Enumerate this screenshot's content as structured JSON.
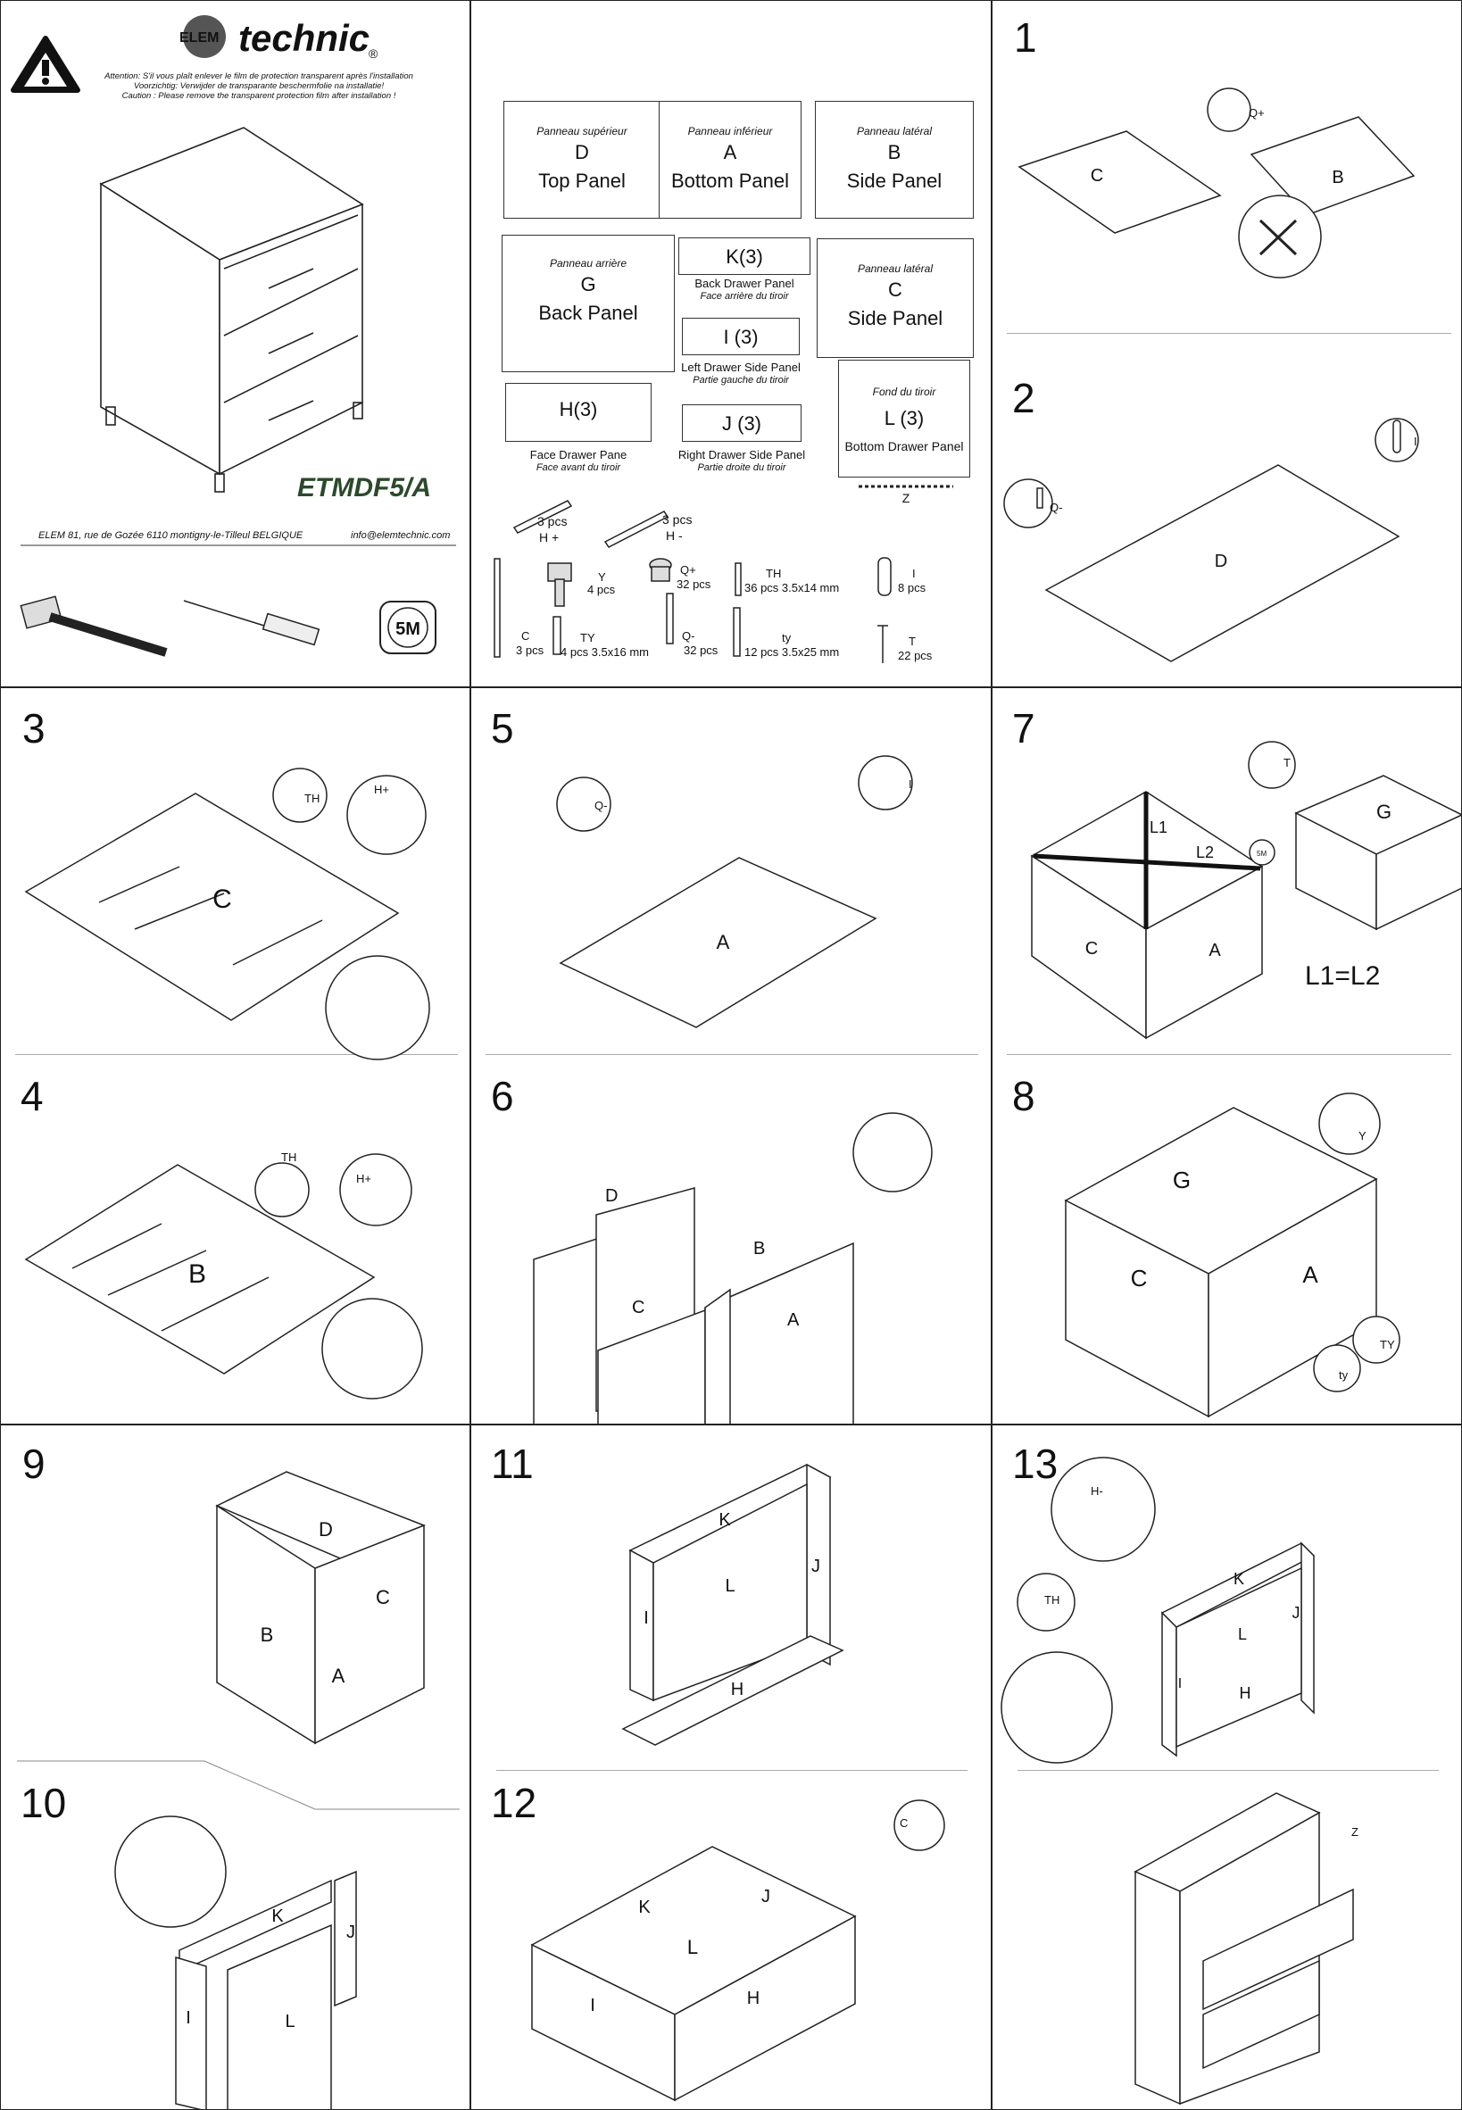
{
  "brand": {
    "prefix": "ELEM",
    "name": "technic",
    "reg": "®"
  },
  "warning": {
    "fr": "Attention: S'il vous plaît enlever le film de protection transparent après l'installation",
    "nl": "Voorzichtig: Verwijder de transparante beschermfolie na installatie!",
    "en": "Caution : Please remove the transparent protection film after installation !"
  },
  "model": "ETMDF5/A",
  "address": "ELEM  81, rue de Gozée  6110 montigny-le-Tilleul BELGIQUE",
  "email": "info@elemtechnic.com",
  "tape_label": "5M",
  "parts": {
    "D": {
      "fr": "Panneau supérieur",
      "letter": "D",
      "en": "Top Panel"
    },
    "A": {
      "fr": "Panneau inférieur",
      "letter": "A",
      "en": "Bottom Panel"
    },
    "B": {
      "fr": "Panneau latéral",
      "letter": "B",
      "en": "Side Panel"
    },
    "G": {
      "fr": "Panneau arrière",
      "letter": "G",
      "en": "Back Panel"
    },
    "C": {
      "fr": "Panneau latéral",
      "letter": "C",
      "en": "Side Panel"
    },
    "K": {
      "letter": "K(3)",
      "en": "Back Drawer Panel",
      "fr": "Face arrière du tiroir"
    },
    "I": {
      "letter": "I (3)",
      "en": "Left Drawer Side Panel",
      "fr": "Partie gauche du tiroir"
    },
    "H": {
      "letter": "H(3)",
      "en": "Face Drawer Pane",
      "fr": "Face avant du tiroir"
    },
    "J": {
      "letter": "J (3)",
      "en": "Right Drawer Side Panel",
      "fr": "Partie droite du tiroir"
    },
    "L": {
      "fr": "Fond du tiroir",
      "letter": "L (3)",
      "en": "Bottom Drawer Panel"
    },
    "Z": "Z"
  },
  "hardware": {
    "hplus": {
      "qty": "3 pcs",
      "code": "H +"
    },
    "hminus": {
      "qty": "3 pcs",
      "code": "H -"
    },
    "Y": {
      "code": "Y",
      "qty": "4 pcs"
    },
    "Qplus": {
      "code": "Q+",
      "qty": "32 pcs"
    },
    "TH": {
      "code": "TH",
      "qty": "36 pcs 3.5x14 mm"
    },
    "I": {
      "code": "I",
      "qty": "8 pcs"
    },
    "C": {
      "code": "C",
      "qty": "3 pcs"
    },
    "TY": {
      "code": "TY",
      "qty": "4 pcs 3.5x16 mm"
    },
    "Qminus": {
      "code": "Q-",
      "qty": "32 pcs"
    },
    "ty": {
      "code": "ty",
      "qty": "12 pcs 3.5x25 mm"
    },
    "T": {
      "code": "T",
      "qty": "22 pcs"
    }
  },
  "steps": [
    "1",
    "2",
    "3",
    "4",
    "5",
    "6",
    "7",
    "8",
    "9",
    "10",
    "11",
    "12",
    "13"
  ],
  "labels": {
    "C": "C",
    "B": "B",
    "D": "D",
    "A": "A",
    "G": "G",
    "H": "H",
    "I": "I",
    "J": "J",
    "K": "K",
    "L": "L",
    "Qplus": "Q+",
    "Qminus": "Q-",
    "Iplug": "I",
    "TH": "TH",
    "Hplus": "H+",
    "Hminus": "H-",
    "T": "T",
    "Y": "Y",
    "TY": "TY",
    "ty": "ty",
    "Chandle": "C",
    "Z": "Z",
    "L1": "L1",
    "L2": "L2",
    "L1eqL2": "L1=L2",
    "fiveM": "5M"
  }
}
